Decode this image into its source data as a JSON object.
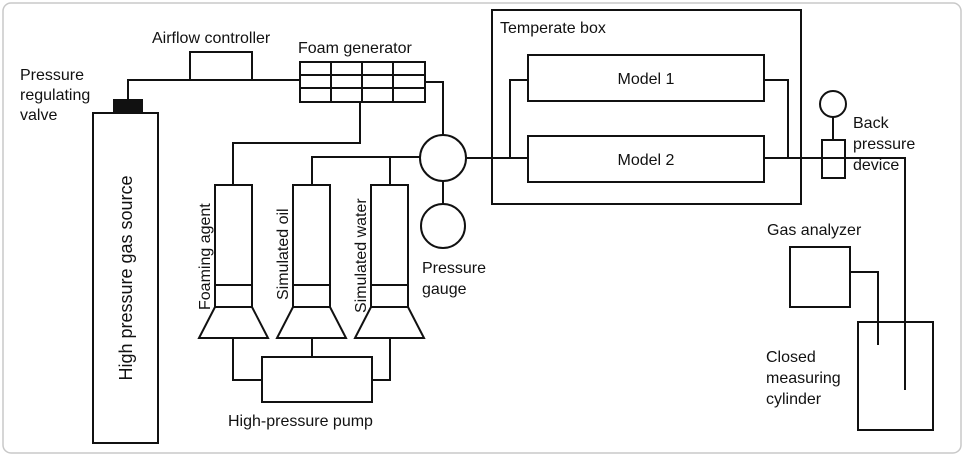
{
  "labels": {
    "pressure_regulating_valve": [
      "Pressure",
      "regulating",
      "valve"
    ],
    "airflow_controller": "Airflow controller",
    "foam_generator": "Foam generator",
    "temperate_box": "Temperate box",
    "model_1": "Model 1",
    "model_2": "Model 2",
    "back_pressure_device": [
      "Back",
      "pressure",
      "device"
    ],
    "high_pressure_gas_source": "High pressure gas source",
    "foaming_agent": "Foaming agent",
    "simulated_oil": "Simulated oil",
    "simulated_water": "Simulated water",
    "pressure_gauge": [
      "Pressure",
      "gauge"
    ],
    "gas_analyzer": "Gas analyzer",
    "closed_measuring_cylinder": [
      "Closed",
      "measuring",
      "cylinder"
    ],
    "high_pressure_pump": "High-pressure pump"
  }
}
